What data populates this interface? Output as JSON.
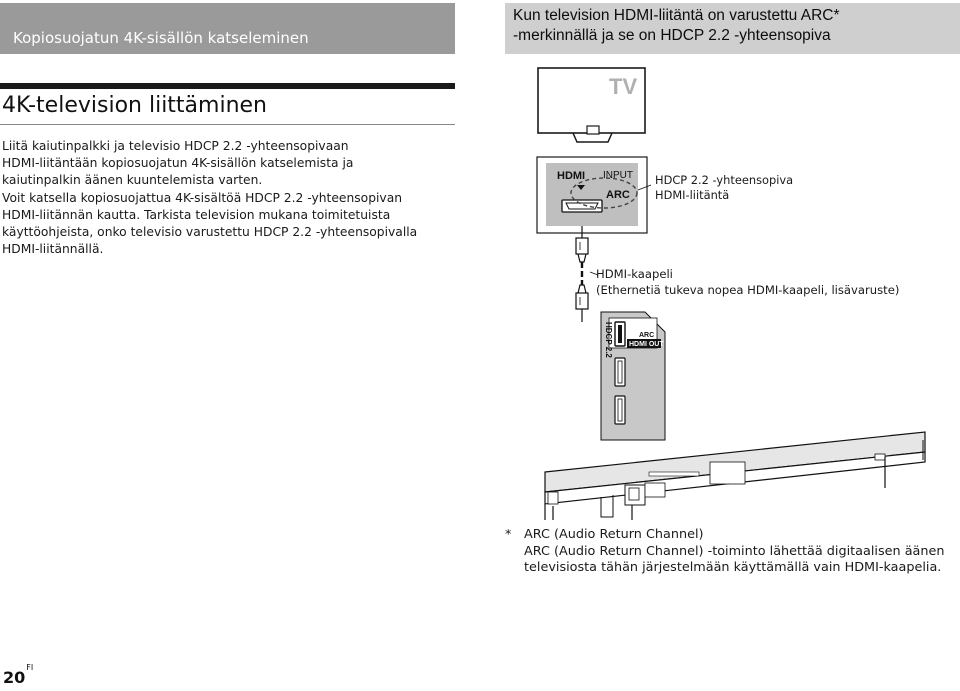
{
  "section_header": "Kopiosuojatun 4K-sisällön katseleminen",
  "condition_header": {
    "line1": "Kun television HDMI-liitäntä on varustettu ARC*",
    "line2": "-merkinnällä ja se on HDCP 2.2 -yhteensopiva"
  },
  "heading": "4K-television liittäminen",
  "body_lines": [
    "Liitä kaiutinpalkki ja televisio HDCP 2.2 -yhteensopivaan",
    "HDMI-liitäntään kopiosuojatun 4K-sisällön katselemista ja",
    "kaiutinpalkin äänen kuuntelemista varten.",
    "Voit katsella kopiosuojattua 4K-sisältöä HDCP 2.2 -yhteensopivan",
    "HDMI-liitännän kautta. Tarkista television mukana toimitetuista",
    "käyttöohjeista, onko televisio varustettu HDCP 2.2 -yhteensopivalla",
    "HDMI-liitännällä."
  ],
  "diagram": {
    "tv_label": "TV",
    "tv_port_brand": "HDMI",
    "tv_port_input": "INPUT",
    "tv_port_arc": "ARC",
    "hdcp_callout": [
      "HDCP 2.2 -yhteensopiva",
      "HDMI-liitäntä"
    ],
    "cable_callout": [
      "HDMI-kaapeli",
      "(Ethernetiä tukeva nopea HDMI-kaapeli, lisävaruste)"
    ],
    "bar_port_hdcp": "HDCP 2.2",
    "bar_port_arc": "ARC",
    "bar_port_out": "HDMI OUT"
  },
  "footnote": {
    "star": "*",
    "lines": [
      "ARC (Audio Return Channel)",
      "ARC (Audio Return Channel) -toiminto lähettää digitaalisen äänen",
      "televisiosta tähän järjestelmään käyttämällä vain HDMI-kaapelia."
    ]
  },
  "page": {
    "number": "20",
    "lang": "FI"
  },
  "colors": {
    "section_header_bg": "#9a9a9a",
    "condition_header_bg": "#cfcfcf",
    "rule": "#1a1a1a",
    "diagram_gray": "#b5b5b5"
  }
}
